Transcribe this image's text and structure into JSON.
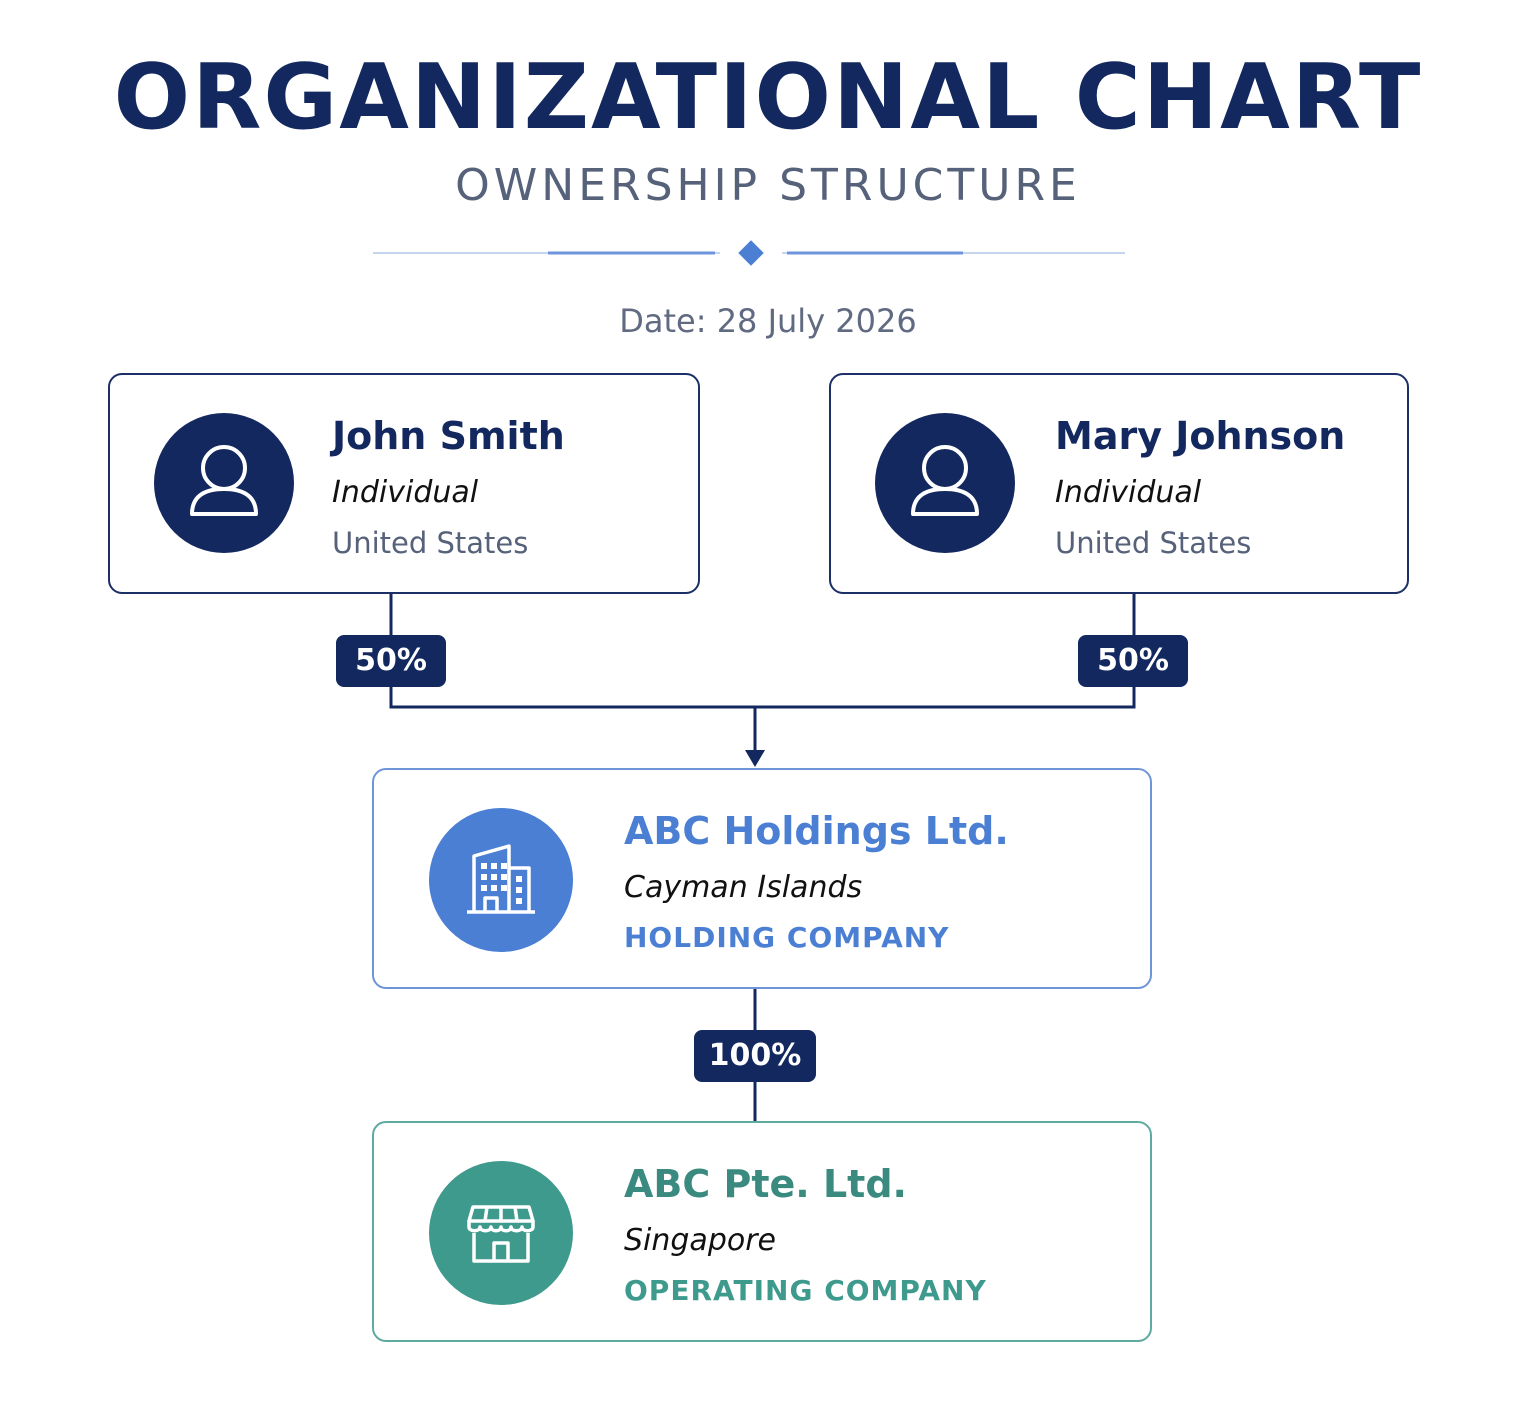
{
  "header": {
    "title": "ORGANIZATIONAL CHART",
    "subtitle": "OWNERSHIP STRUCTURE",
    "date": "Date: 28 July 2026"
  },
  "colors": {
    "navy": "#13285e",
    "holding_blue": "#4a7fd4",
    "operating_teal": "#3f9a8e",
    "muted_text": "#56617a"
  },
  "shareholders": [
    {
      "name": "John Smith",
      "type": "Individual",
      "country": "United States",
      "icon": "person-icon",
      "stake": "50%"
    },
    {
      "name": "Mary Johnson",
      "type": "Individual",
      "country": "United States",
      "icon": "person-icon",
      "stake": "50%"
    }
  ],
  "holding": {
    "name": "ABC Holdings Ltd.",
    "jurisdiction": "Cayman Islands",
    "role": "HOLDING COMPANY",
    "icon": "office-building-icon",
    "stake": "100%"
  },
  "operating": {
    "name": "ABC Pte. Ltd.",
    "jurisdiction": "Singapore",
    "role": "OPERATING COMPANY",
    "icon": "storefront-icon"
  }
}
